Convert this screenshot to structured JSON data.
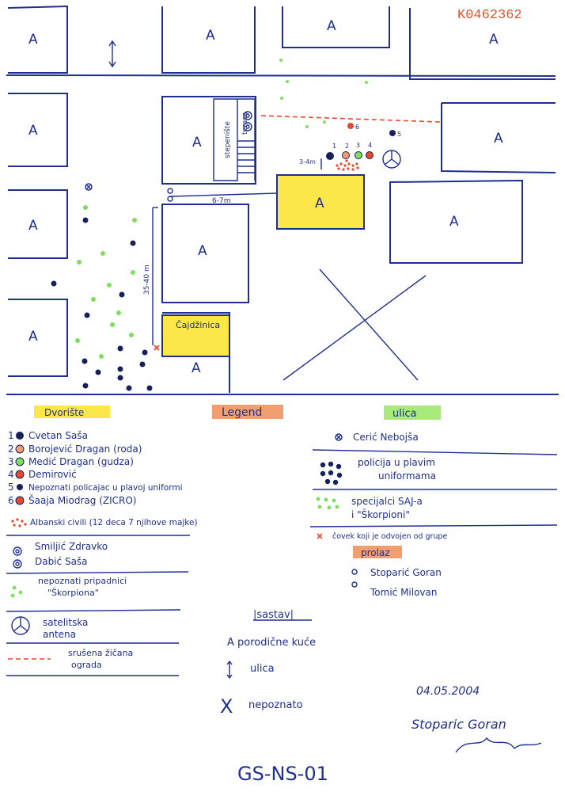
{
  "document_id": "K0462362",
  "colors": {
    "ink": "#1f2f8f",
    "document_id": "#e0542a",
    "yellow": "#fde648",
    "green": "#7ee05a",
    "orange": "#f0a070",
    "red": "#e8482c",
    "dark_blue": "#16205a"
  },
  "map": {
    "house_label": "A",
    "stairs_label": "stepenište",
    "terrace_label": "terasa",
    "dist_short": "3-4m",
    "dist_road": "6-7m",
    "dist_long": "35-40 m",
    "teahouse_label": "Čajdžinica",
    "marker_numbers": [
      "1",
      "2",
      "3",
      "4",
      "5",
      "6"
    ]
  },
  "legend": {
    "headings": {
      "yard": "Dvorište",
      "legend": "Legend",
      "street": "ulica",
      "passage": "prolaz",
      "key": "|sastav|"
    },
    "left_items": [
      {
        "num": "1",
        "text": "Cvetan Saša"
      },
      {
        "num": "2",
        "text": "Borojević Dragan (roda)"
      },
      {
        "num": "3",
        "text": "Medić Dragan (gudza)"
      },
      {
        "num": "4",
        "text": "Demirović"
      },
      {
        "num": "5",
        "text": "Nepoznati policajac u plavoj uniformi"
      },
      {
        "num": "6",
        "text": "Šaaja Miodrag (ZICRO)"
      }
    ],
    "albanians": "Albanski civili (12 deca 7 njihove majke)",
    "smiljic": "Smiljić Zdravko",
    "dabic": "Dabić Saša",
    "unknown_members_1": "nepoznati pripadnici",
    "unknown_members_2": "\"Škorpiona\"",
    "antenna_1": "satelitska",
    "antenna_2": "antena",
    "fence_1": "srušena žičana",
    "fence_2": "ograda",
    "ceric": "Cerić Nebojša",
    "police_1": "policija u plavim",
    "police_2": "uniformama",
    "specials_1": "specijalci SAJ-a",
    "specials_2": "i \"Škorpioni\"",
    "man_separated": "čovek koji je odvojen od grupe",
    "stoparic": "Stoparić Goran",
    "tomic": "Tomić Milovan",
    "key_houses": "A porodične kuće",
    "key_street": "ulica",
    "key_unknown": "nepoznato",
    "key_x": "X"
  },
  "footer": {
    "date": "04.05.2004",
    "signature": "Stoparic Goran",
    "code": "GS-NS-01"
  }
}
